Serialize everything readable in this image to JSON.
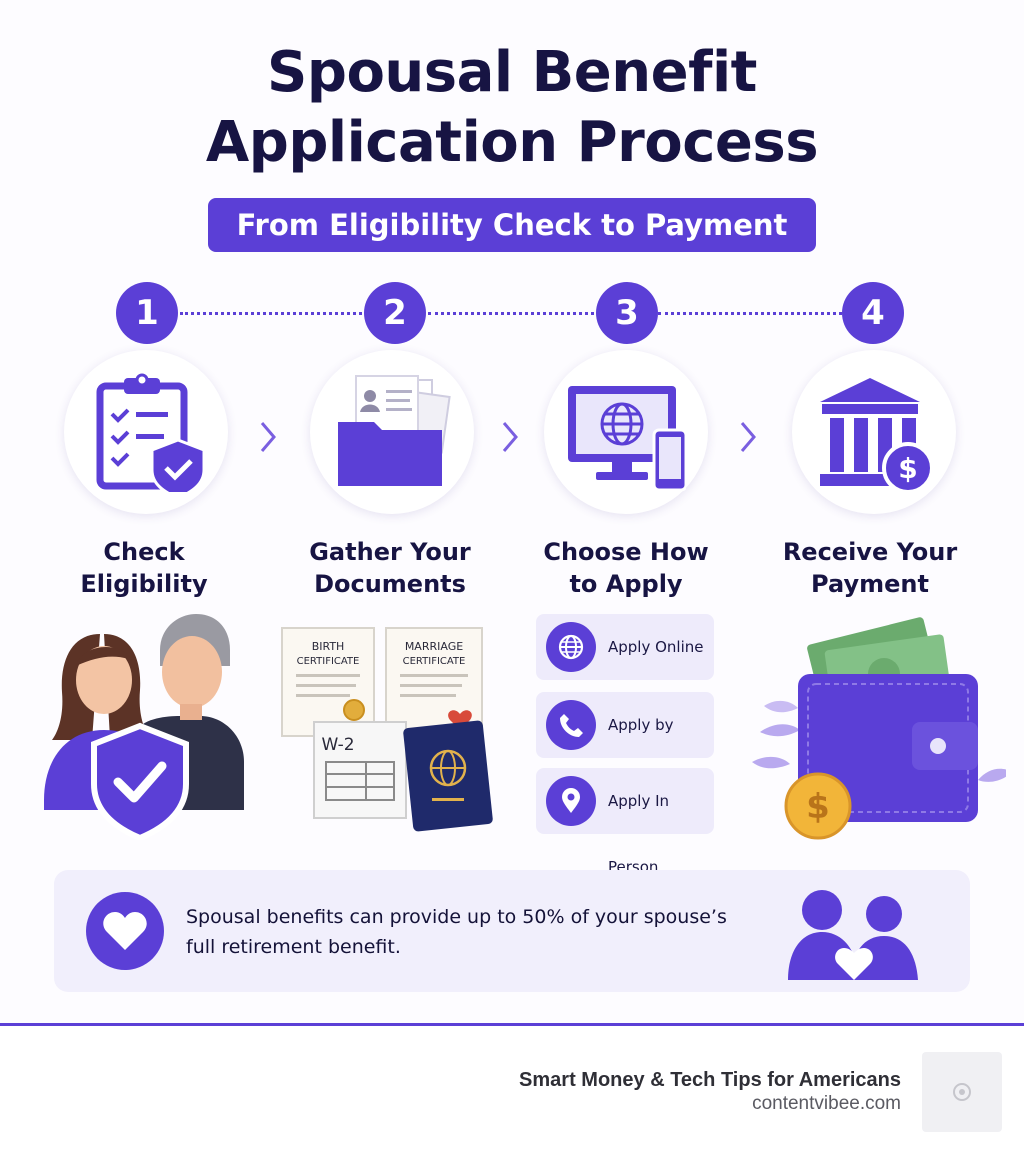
{
  "title": {
    "line1": "Spousal Benefit",
    "line2": "Application Process"
  },
  "subtitle": "From Eligibility Check to Payment",
  "steps": [
    {
      "number": "1",
      "title_line1": "Check",
      "title_line2": "Eligibility",
      "icon": "clipboard-shield-icon"
    },
    {
      "number": "2",
      "title_line1": "Gather Your",
      "title_line2": "Documents",
      "icon": "folder-documents-icon"
    },
    {
      "number": "3",
      "title_line1": "Choose How",
      "title_line2": "to Apply",
      "icon": "computer-phone-icon"
    },
    {
      "number": "4",
      "title_line1": "Receive Your",
      "title_line2": "Payment",
      "icon": "bank-dollar-icon"
    }
  ],
  "documents": {
    "birth": {
      "line1": "BIRTH",
      "line2": "CERTIFICATE"
    },
    "marriage": {
      "line1": "MARRIAGE",
      "line2": "CERTIFICATE"
    },
    "w2": "W-2"
  },
  "apply_options": [
    {
      "label": "Apply Online",
      "icon": "globe-icon"
    },
    {
      "label": "Apply by Phone",
      "icon": "phone-icon"
    },
    {
      "label": "Apply In Person",
      "icon": "location-pin-icon"
    }
  ],
  "note": {
    "line1": "Spousal benefits can provide up to 50% of your spouse’s",
    "line2": "full retirement benefit."
  },
  "footer": {
    "tagline": "Smart Money & Tech Tips for Americans",
    "site": "contentvibee.com"
  },
  "colors": {
    "accent": "#5b3fd6",
    "title": "#171443",
    "note_bg": "#f1effc"
  }
}
